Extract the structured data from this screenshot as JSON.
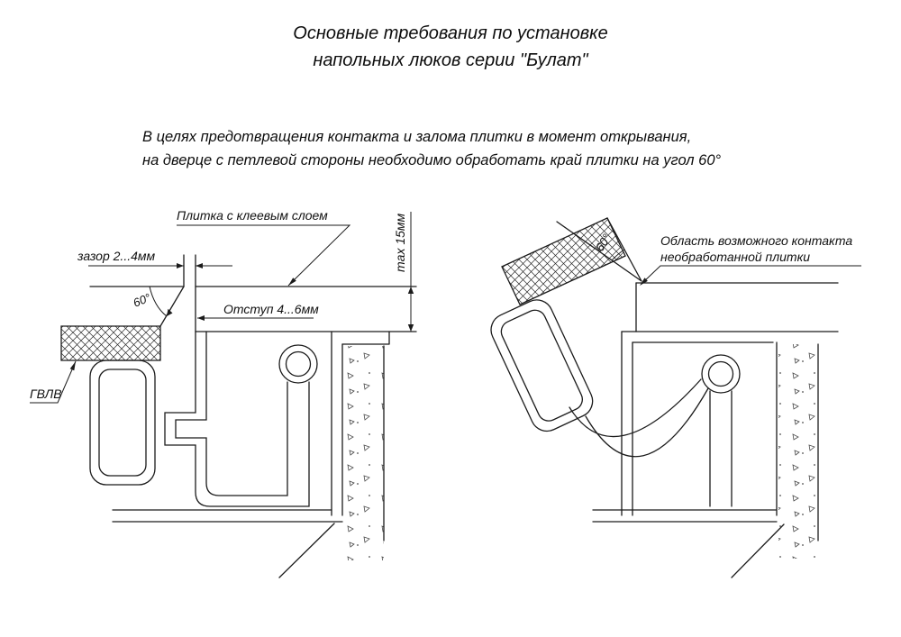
{
  "colors": {
    "ink": "#1b1b1b",
    "bg": "#ffffff"
  },
  "title": {
    "line1": "Основные требования по установке",
    "line2": "напольных люков серии \"Булат\""
  },
  "note": {
    "line1": "В целях предотвращения контакта и залома плитки в момент открывания,",
    "line2": "на дверце с петлевой стороны необходимо обработать край плитки на угол 60°"
  },
  "labels": {
    "tile_with_adhesive": "Плитка с клеевым слоем",
    "gap": "зазор 2...4мм",
    "max_thickness": "max 15мм",
    "bevel_angle_left": "60°",
    "offset": "Отступ 4...6мм",
    "gvl_board": "ГВЛВ",
    "contact_line1": "Область возможного контакта",
    "contact_line2": "необработанной плитки",
    "bevel_angle_right": "60°"
  }
}
